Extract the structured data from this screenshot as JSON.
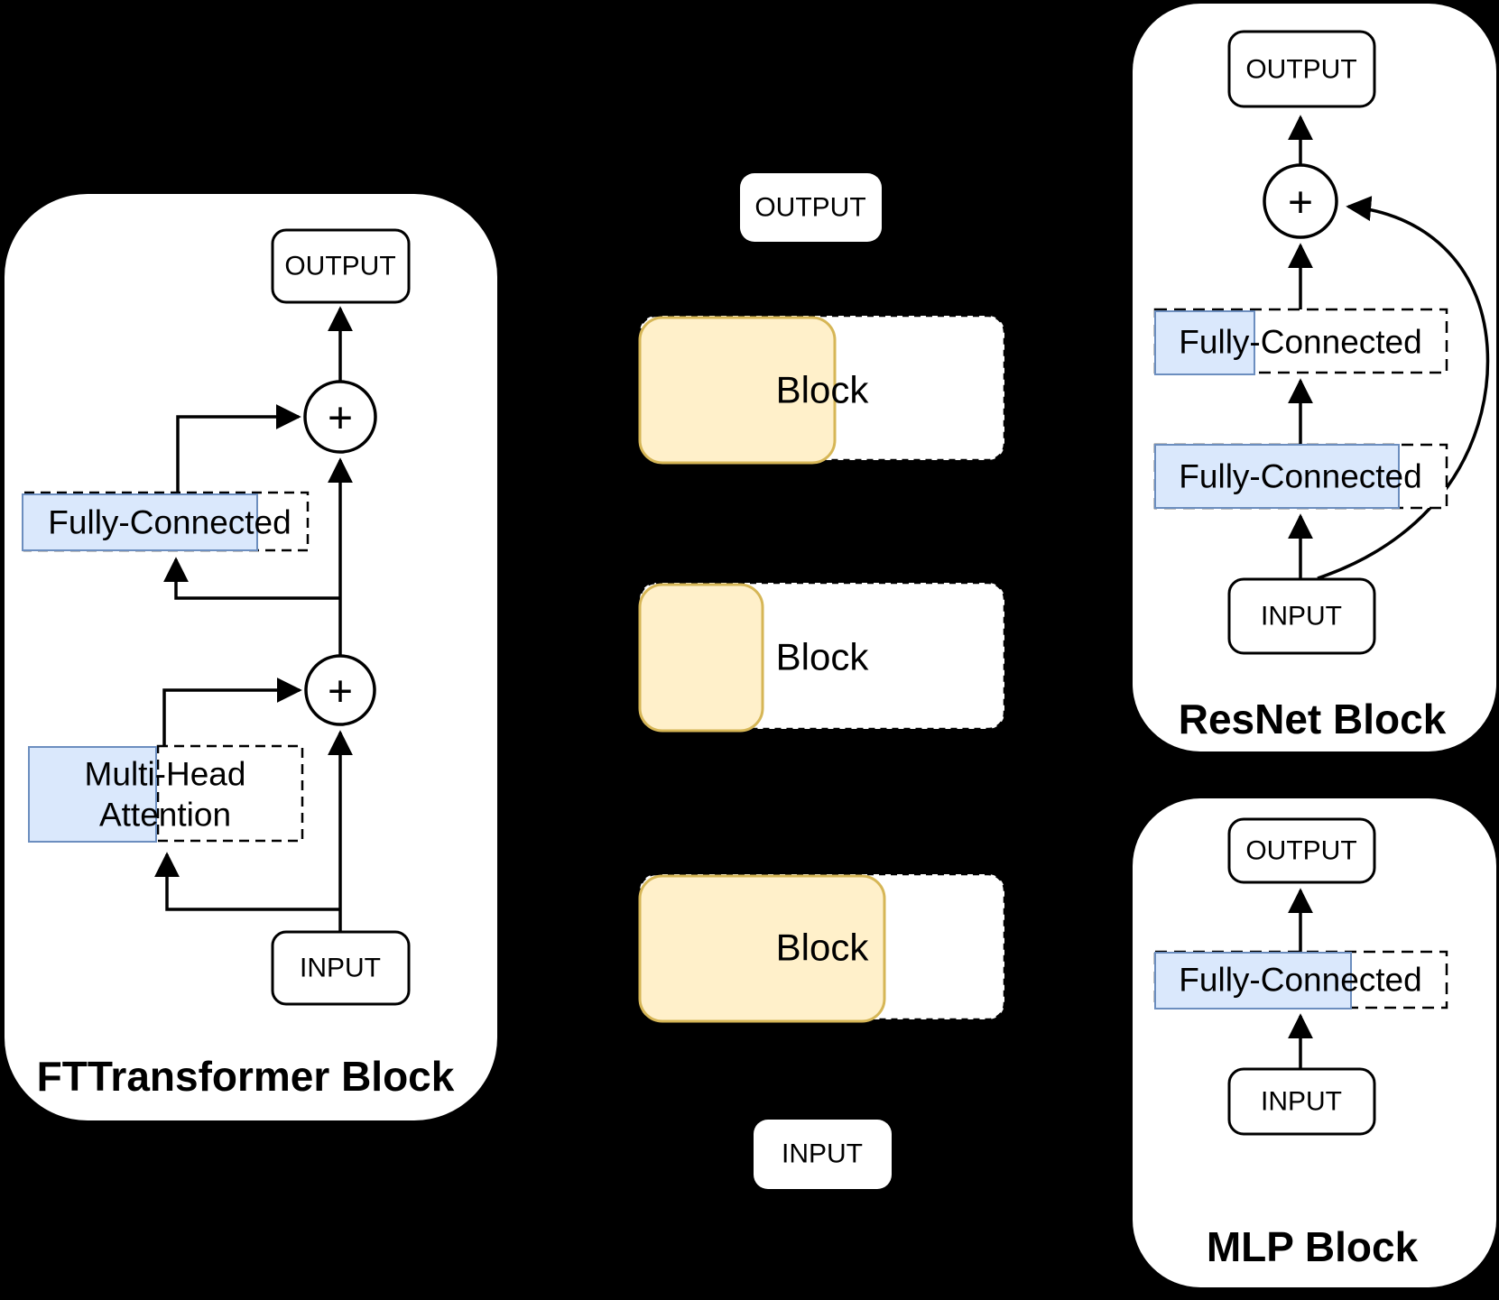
{
  "colors": {
    "background": "#000000",
    "container_fill": "#ffffff",
    "node_fill": "#ffffff",
    "node_stroke": "#000000",
    "blue_fill": "#DAE8FC",
    "blue_stroke": "#6C8EBF",
    "yellow_fill": "#FFF0CA",
    "yellow_stroke": "#D6B656",
    "line": "#000000"
  },
  "ft_block": {
    "title": "FTTransformer Block",
    "output_label": "OUTPUT",
    "input_label": "INPUT",
    "fully_connected_label": "Fully-Connected",
    "mha_line1": "Multi-Head",
    "mha_line2": "Attention",
    "plus_top": "+",
    "plus_bottom": "+"
  },
  "middle": {
    "output_label": "OUTPUT",
    "input_label": "INPUT",
    "blocks": [
      {
        "label": "Block"
      },
      {
        "label": "Block"
      },
      {
        "label": "Block"
      }
    ]
  },
  "resnet_block": {
    "title": "ResNet Block",
    "output_label": "OUTPUT",
    "input_label": "INPUT",
    "fc_top_label": "Fully-Connected",
    "fc_bottom_label": "Fully-Connected",
    "plus": "+"
  },
  "mlp_block": {
    "title": "MLP Block",
    "output_label": "OUTPUT",
    "input_label": "INPUT",
    "fc_label": "Fully-Connected"
  }
}
